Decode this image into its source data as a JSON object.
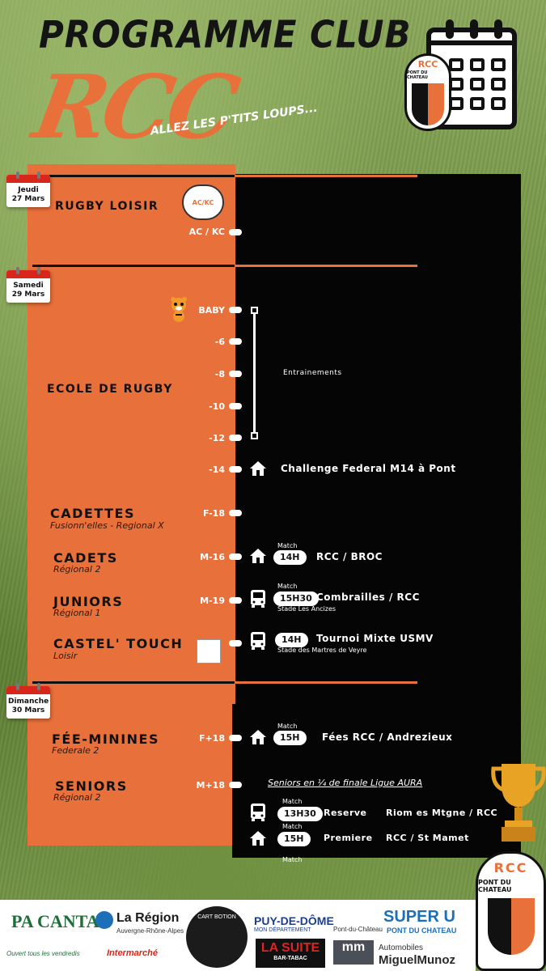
{
  "header": {
    "title": "PROGRAMME CLUB",
    "club": "RCC",
    "slogan": "ALLEZ LES P'TITS LOUPS..."
  },
  "badge": {
    "rcc": "RCC",
    "name": "PONT DU CHATEAU"
  },
  "days": [
    {
      "day": "Jeudi",
      "date": "27 Mars"
    },
    {
      "day": "Samedi",
      "date": "29 Mars"
    },
    {
      "day": "Dimanche",
      "date": "30 Mars"
    }
  ],
  "thursday": {
    "section": "RUGBY LOISIR",
    "logo_text": "AC/KC",
    "level": "AC / KC"
  },
  "saturday": {
    "ecole": "ECOLE DE RUGBY",
    "levels": [
      "BABY",
      "-6",
      "-8",
      "-10",
      "-12",
      "-14"
    ],
    "entrainements": "Entrainements",
    "challenge": "Challenge Federal M14 à Pont",
    "cadettes": {
      "name": "CADETTES",
      "sub": "Fusionn'elles - Regional X",
      "level": "F-18"
    },
    "cadets": {
      "name": "CADETS",
      "sub": "Régional 2",
      "level": "M-16",
      "match": "Match",
      "time": "14H",
      "fixture": "RCC / BROC"
    },
    "juniors": {
      "name": "JUNIORS",
      "sub": "Régional 1",
      "level": "M-19",
      "match": "Match",
      "time": "15H30",
      "fixture": "Combrailles / RCC",
      "venue": "Stade Les Ancizes"
    },
    "castel": {
      "name": "CASTEL' TOUCH",
      "sub": "Loisir",
      "time": "14H",
      "fixture": "Tournoi Mixte USMV",
      "venue": "Stade des Martres de Veyre"
    }
  },
  "sunday": {
    "feminines": {
      "name": "FÉE-MININES",
      "sub": "Federale 2",
      "level": "F+18",
      "match": "Match",
      "time": "15H",
      "fixture": "Fées RCC / Andrezieux"
    },
    "seniors": {
      "name": "SENIORS",
      "sub": "Régional 2",
      "level": "M+18",
      "note": "Seniors en  ¼ de finale Ligue AURA",
      "reserve": {
        "match": "Match",
        "time": "13H30",
        "label": "Reserve",
        "fixture": "Riom es Mtgne / RCC"
      },
      "premiere": {
        "match": "Match",
        "time": "15H",
        "label": "Premiere",
        "fixture": "RCC / St Mamet"
      },
      "extra_match": "Match"
    }
  },
  "sponsors": {
    "pa_cantal": "PA CANTAL",
    "pa_sub": "Ouvert tous les vendredis",
    "region": "La Région",
    "region_sub": "Auvergne-Rhône-Alpes",
    "intermarche": "Intermarché",
    "cart": "CART BOTION",
    "puy": "PUY-DE-DÔME",
    "puy_sub": "MON DÉPARTEMENT",
    "la_suite": "LA SUITE",
    "la_suite_sub": "BAR-TABAC",
    "pont": "Pont-du-Château",
    "super": "SUPER U",
    "super_sub": "PONT DU CHATEAU",
    "auto": "Automobiles",
    "auto_name": "MiguelMunoz"
  },
  "colors": {
    "orange": "#e8703a",
    "black": "#050505",
    "red": "#d8261a"
  }
}
